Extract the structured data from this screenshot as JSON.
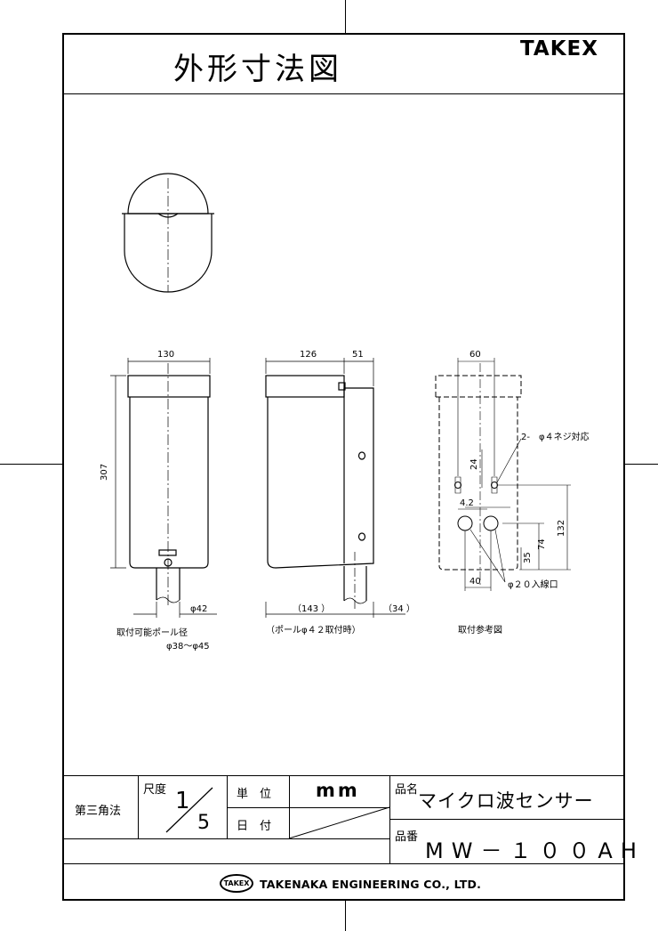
{
  "header": {
    "title": "外形寸法図",
    "brand": "TAKEX"
  },
  "drawing": {
    "dims": {
      "front_width": "130",
      "front_height": "307",
      "side_depth": "126",
      "side_extra": "51",
      "back_width": "60",
      "d24": "24",
      "d42": "4.2",
      "d132": "132",
      "d74": "74",
      "d35": "35",
      "d40": "40",
      "pole_dia": "φ42",
      "pole_left": "（143 ）",
      "pole_right": "（34 ）"
    },
    "notes": {
      "pole_range_label": "取付可能ポール径",
      "pole_range_value": "φ38～φ45",
      "side_caption": "（ポールφ４２取付時）",
      "back_caption": "取付参考図",
      "screw_label": "2-　φ４ネジ対応",
      "entry_label": "φ２０入線口"
    }
  },
  "title_block": {
    "projection": "第三角法",
    "scale_label": "尺度",
    "scale_num": "1",
    "scale_den": "5",
    "unit_label": "単　位",
    "unit_value": "mm",
    "date_label": "日　付",
    "product_name_label": "品名",
    "product_name": "マイクロ波センサー",
    "product_code_label": "品番",
    "product_code": "MW－１００AH"
  },
  "footer": {
    "logo_text": "TAKEX",
    "company": "TAKENAKA ENGINEERING CO., LTD."
  }
}
